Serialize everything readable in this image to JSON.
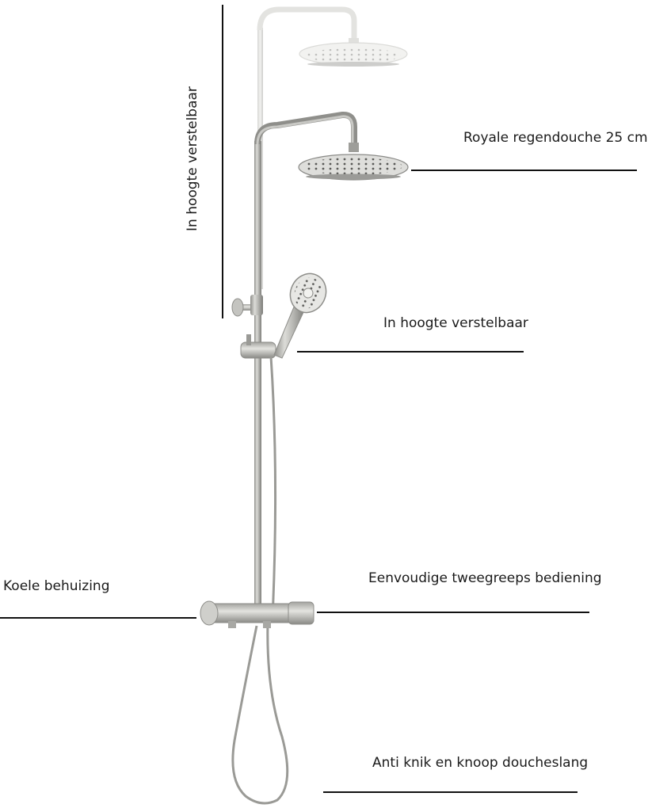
{
  "labels": {
    "rain_shower": "Royale regendouche 25 cm",
    "height_adjustable_vertical": "In hoogte verstelbaar",
    "height_adjustable_hand": "In hoogte verstelbaar",
    "cool_housing": "Koele behuizing",
    "two_handle_control": "Eenvoudige tweegreeps bediening",
    "hose": "Anti knik en knoop doucheslang"
  }
}
